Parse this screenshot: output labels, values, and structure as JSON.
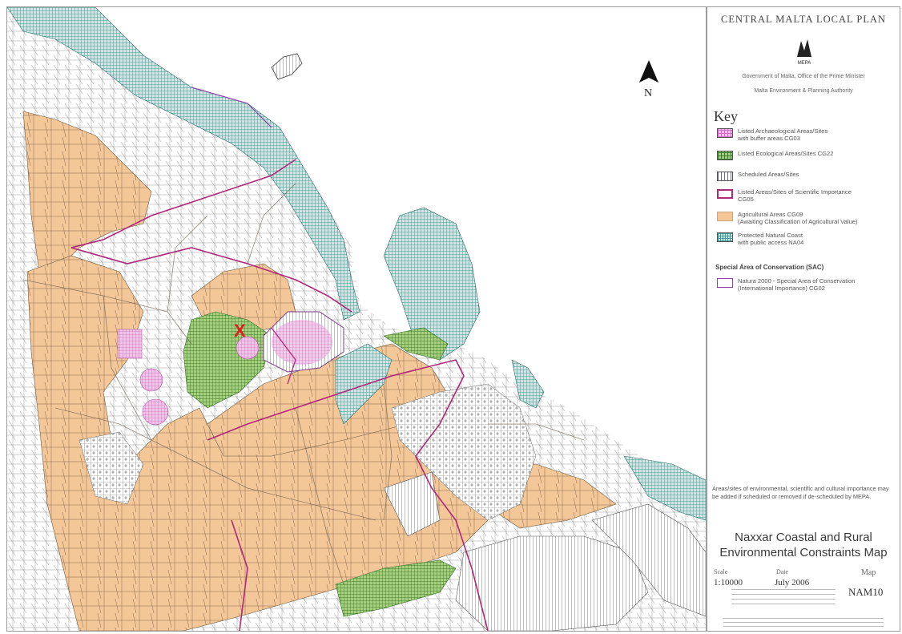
{
  "plan_title": "CENTRAL MALTA LOCAL PLAN",
  "logo_text": "MEPA",
  "org_lines": [
    "Government of Malta, Office of the Prime Minister",
    "Malta Environment & Planning Authority"
  ],
  "key": {
    "heading": "Key",
    "items": [
      {
        "label": "Listed Archaeological Areas/Sites\nwith buffer areas CG03",
        "pattern": "archaeological",
        "color": "#e060d0"
      },
      {
        "label": "Listed Ecological Areas/Sites CG22",
        "pattern": "ecological",
        "color": "#3e9a3a"
      },
      {
        "label": "Scheduled Areas/Sites",
        "pattern": "scheduled",
        "color": "#555555"
      },
      {
        "label": "Listed Areas/Sites of Scientific Importance\nCG05",
        "pattern": "scientific",
        "color": "#b0287a"
      },
      {
        "label": "Agricultural Areas CG09\n(Awaiting Classification of Agricultural Value)",
        "pattern": "agricultural",
        "color": "#f5c696"
      },
      {
        "label": "Protected Natural Coast\nwith public access NA04",
        "pattern": "coast",
        "color": "#2a8d8d"
      }
    ],
    "sac_heading": "Special Area of Conservation (SAC)",
    "sac_item": {
      "label": "Natura 2000 - Special Area of Conservation\n(International Importance) CG02",
      "pattern": "natura",
      "color": "#8844aa"
    }
  },
  "note": "Areas/sites of environmental, scientific and cultural importance may be added if scheduled or removed if de-scheduled by MEPA.",
  "map_title_line1": "Naxxar Coastal and Rural",
  "map_title_line2": "Environmental Constraints Map",
  "meta": {
    "scale_label": "Scale",
    "scale_value": "1:10000",
    "date_label": "Date",
    "date_value": "July 2006",
    "map_label": "Map",
    "map_value": "NAM10"
  },
  "north_label": "N",
  "marker_label": "X"
}
